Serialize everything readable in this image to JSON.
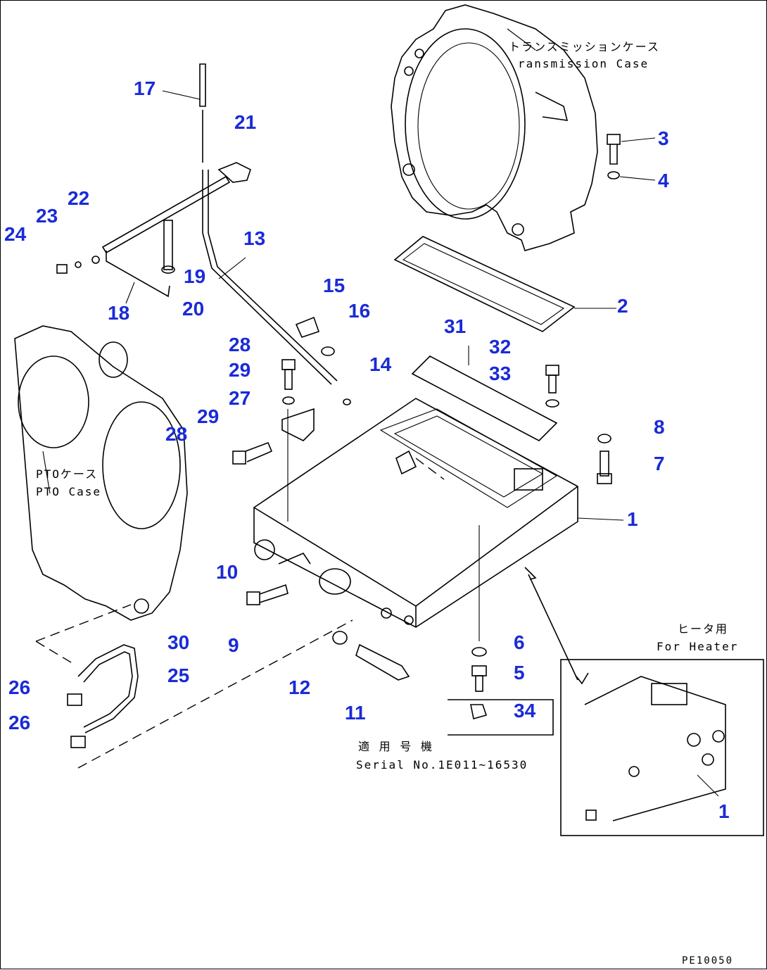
{
  "labels": {
    "transmission_case_jp": "トランスミッションケース",
    "transmission_case_en": "ransmission Case",
    "pto_case_jp": "PTOケース",
    "pto_case_en": "PTO Case",
    "heater_jp": "ヒータ用",
    "heater_en": "For Heater",
    "serial_jp": "適 用 号 機",
    "serial_en": "Serial No.1E011~16530",
    "drawing_code": "PE10050"
  },
  "callouts": [
    "1",
    "2",
    "3",
    "4",
    "5",
    "6",
    "7",
    "8",
    "9",
    "10",
    "11",
    "12",
    "13",
    "14",
    "15",
    "16",
    "17",
    "18",
    "19",
    "20",
    "21",
    "22",
    "23",
    "24",
    "25",
    "26",
    "27",
    "28",
    "29",
    "30",
    "31",
    "32",
    "33",
    "34",
    "1",
    "26",
    "28",
    "29"
  ],
  "colors": {
    "callout": "#1a2bd6",
    "line": "#000000"
  }
}
